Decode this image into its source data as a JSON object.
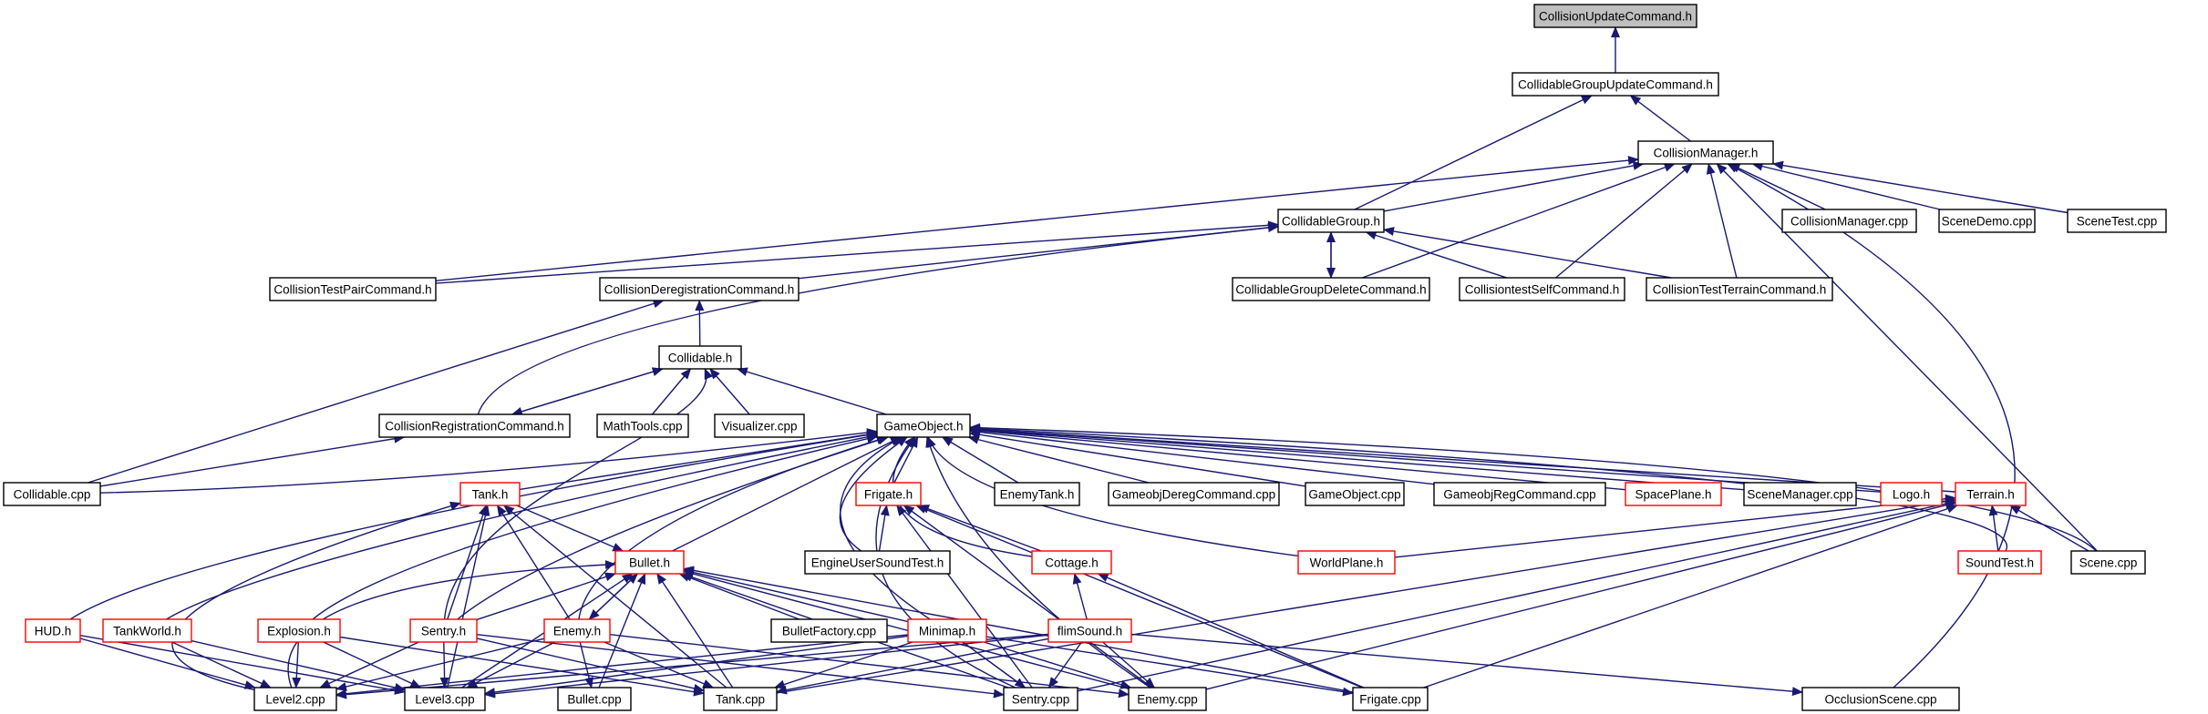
{
  "diagram": {
    "title": "",
    "edge_color": "#191970",
    "truncated_border_color": "#ff0000",
    "root_fill_color": "#bfbfbf",
    "nodes": [
      {
        "id": "cuc",
        "label": "CollisionUpdateCommand.h",
        "root": true
      },
      {
        "id": "cguc",
        "label": "CollidableGroupUpdateCommand.h"
      },
      {
        "id": "cm",
        "label": "CollisionManager.h"
      },
      {
        "id": "cg",
        "label": "CollidableGroup.h"
      },
      {
        "id": "cmcpp",
        "label": "CollisionManager.cpp"
      },
      {
        "id": "sdemo",
        "label": "SceneDemo.cpp"
      },
      {
        "id": "stest",
        "label": "SceneTest.cpp"
      },
      {
        "id": "ctpc",
        "label": "CollisionTestPairCommand.h"
      },
      {
        "id": "cdc",
        "label": "CollisionDeregistrationCommand.h"
      },
      {
        "id": "cgdc",
        "label": "CollidableGroupDeleteCommand.h"
      },
      {
        "id": "ctsc",
        "label": "CollisiontestSelfCommand.h"
      },
      {
        "id": "cttc",
        "label": "CollisionTestTerrainCommand.h"
      },
      {
        "id": "coll",
        "label": "Collidable.h"
      },
      {
        "id": "crc",
        "label": "CollisionRegistrationCommand.h"
      },
      {
        "id": "math",
        "label": "MathTools.cpp"
      },
      {
        "id": "vis",
        "label": "Visualizer.cpp"
      },
      {
        "id": "go",
        "label": "GameObject.h"
      },
      {
        "id": "collcpp",
        "label": "Collidable.cpp"
      },
      {
        "id": "tankh",
        "label": "Tank.h",
        "truncated": true
      },
      {
        "id": "frigh",
        "label": "Frigate.h",
        "truncated": true
      },
      {
        "id": "etank",
        "label": "EnemyTank.h"
      },
      {
        "id": "gdc",
        "label": "GameobjDeregCommand.cpp"
      },
      {
        "id": "gocpp",
        "label": "GameObject.cpp"
      },
      {
        "id": "grc",
        "label": "GameobjRegCommand.cpp"
      },
      {
        "id": "splane",
        "label": "SpacePlane.h",
        "truncated": true
      },
      {
        "id": "smgr",
        "label": "SceneManager.cpp"
      },
      {
        "id": "logo",
        "label": "Logo.h",
        "truncated": true
      },
      {
        "id": "terr",
        "label": "Terrain.h",
        "truncated": true
      },
      {
        "id": "bullh",
        "label": "Bullet.h",
        "truncated": true
      },
      {
        "id": "eust",
        "label": "EngineUserSoundTest.h"
      },
      {
        "id": "cott",
        "label": "Cottage.h",
        "truncated": true
      },
      {
        "id": "wplane",
        "label": "WorldPlane.h",
        "truncated": true
      },
      {
        "id": "sndt",
        "label": "SoundTest.h",
        "truncated": true
      },
      {
        "id": "scenecpp",
        "label": "Scene.cpp"
      },
      {
        "id": "hud",
        "label": "HUD.h",
        "truncated": true
      },
      {
        "id": "tworld",
        "label": "TankWorld.h",
        "truncated": true
      },
      {
        "id": "expl",
        "label": "Explosion.h",
        "truncated": true
      },
      {
        "id": "sentryh",
        "label": "Sentry.h",
        "truncated": true
      },
      {
        "id": "enemyh",
        "label": "Enemy.h",
        "truncated": true
      },
      {
        "id": "bfac",
        "label": "BulletFactory.cpp"
      },
      {
        "id": "mini",
        "label": "Minimap.h",
        "truncated": true
      },
      {
        "id": "flim",
        "label": "flimSound.h",
        "truncated": true
      },
      {
        "id": "l2",
        "label": "Level2.cpp"
      },
      {
        "id": "l3",
        "label": "Level3.cpp"
      },
      {
        "id": "bcpp",
        "label": "Bullet.cpp"
      },
      {
        "id": "tcpp",
        "label": "Tank.cpp"
      },
      {
        "id": "scpp",
        "label": "Sentry.cpp"
      },
      {
        "id": "ecpp",
        "label": "Enemy.cpp"
      },
      {
        "id": "fcpp",
        "label": "Frigate.cpp"
      },
      {
        "id": "occ",
        "label": "OcclusionScene.cpp"
      }
    ]
  }
}
